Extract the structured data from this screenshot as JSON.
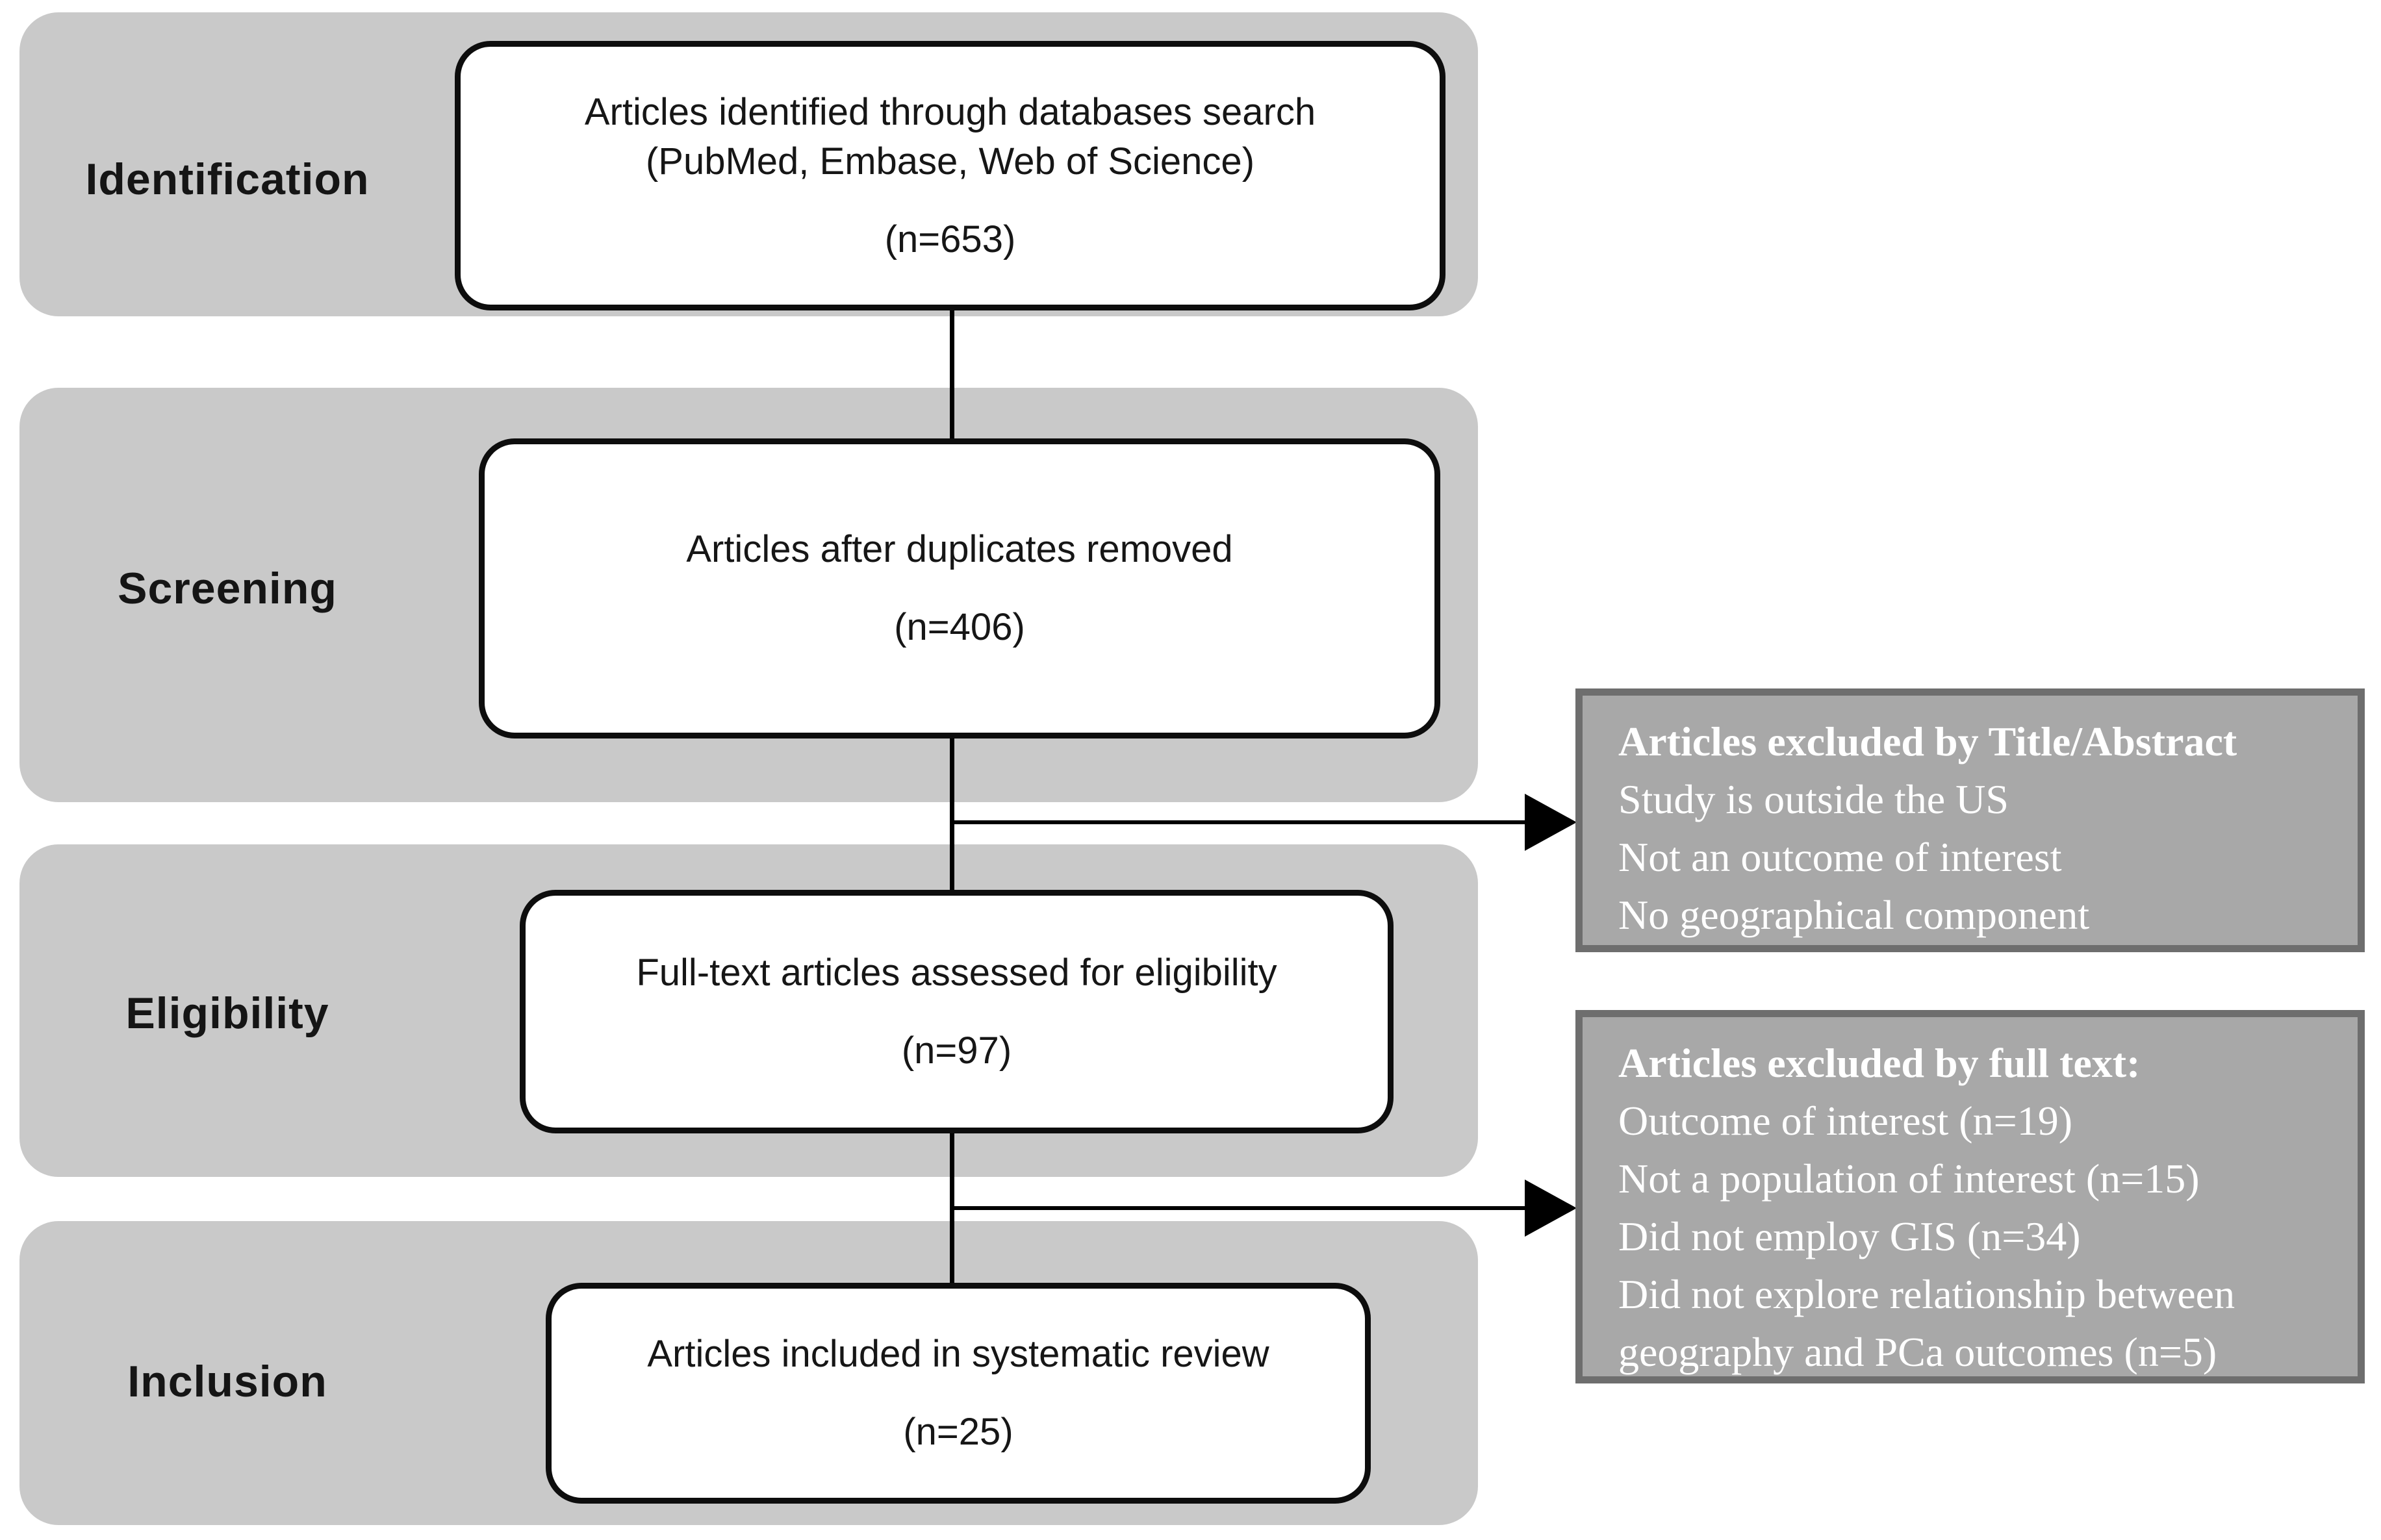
{
  "diagram": {
    "type": "prisma-flowchart",
    "stages": [
      {
        "label": "Identification"
      },
      {
        "label": "Screening"
      },
      {
        "label": "Eligibility"
      },
      {
        "label": "Inclusion"
      }
    ],
    "boxes": [
      {
        "lines": [
          "Articles identified through databases search",
          "(PubMed, Embase, Web of Science)"
        ],
        "count": "(n=653)"
      },
      {
        "lines": [
          "Articles after duplicates removed"
        ],
        "count": "(n=406)"
      },
      {
        "lines": [
          "Full-text articles assessed for eligibility"
        ],
        "count": "(n=97)"
      },
      {
        "lines": [
          "Articles included in systematic review"
        ],
        "count": "(n=25)"
      }
    ],
    "exclusions": [
      {
        "title": "Articles excluded by Title/Abstract",
        "items": [
          "Study is outside the US",
          "Not an outcome of interest",
          "No geographical component"
        ]
      },
      {
        "title": "Articles excluded by full text:",
        "items": [
          "Outcome of interest (n=19)",
          "Not a population of interest (n=15)",
          "Did not employ GIS (n=34)",
          "Did not explore relationship between geography and PCa outcomes (n=5)"
        ]
      }
    ],
    "colors": {
      "stage_band_gray": "#c9c9c9",
      "exclusion_box_gray": "#a8a8a8",
      "exclusion_border_gray": "#6e6e6e",
      "box_border_black": "#0d0d0d",
      "text_black": "#151515",
      "text_white": "#ffffff"
    }
  }
}
